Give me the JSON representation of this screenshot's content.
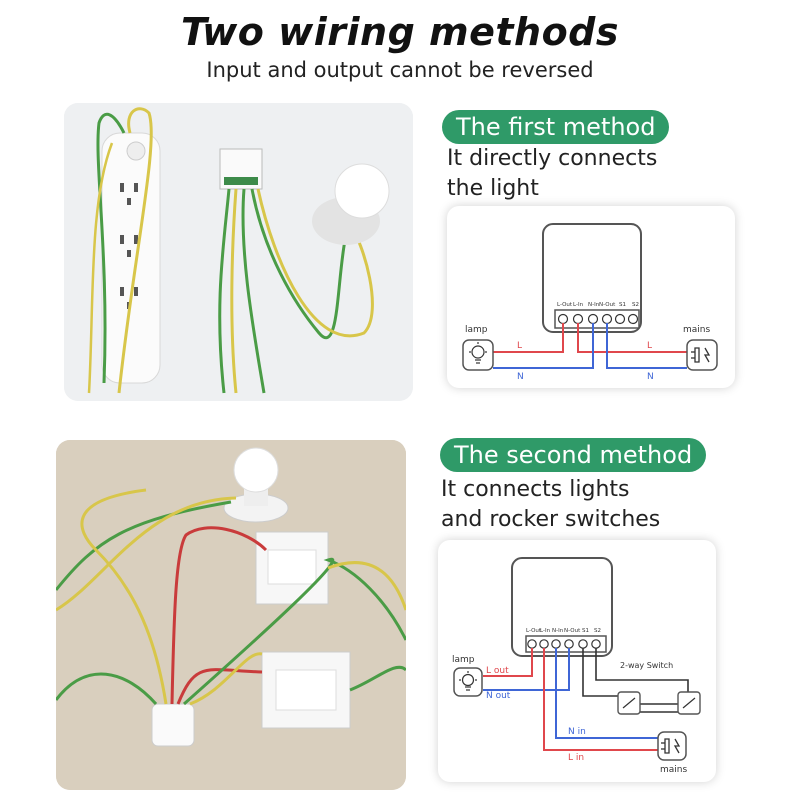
{
  "header": {
    "title": "Two wiring methods",
    "subtitle": "Input and output cannot be reversed"
  },
  "method1": {
    "badge": "The first method",
    "desc_line1": "It directly connects",
    "desc_line2": "the light",
    "diagram": {
      "terminals": [
        "L-Out",
        "L-In",
        "N-In",
        "N-Out",
        "S1",
        "S2"
      ],
      "lamp_label": "lamp",
      "mains_label": "mains",
      "wire_l_left": "L",
      "wire_l_right": "L",
      "wire_n_left": "N",
      "wire_n_right": "N"
    }
  },
  "method2": {
    "badge": "The second method",
    "desc_line1": "It connects lights",
    "desc_line2": "and rocker switches",
    "diagram": {
      "terminals": [
        "L-Out",
        "L-In",
        "N-In",
        "N-Out",
        "S1",
        "S2"
      ],
      "lamp_label": "lamp",
      "mains_label": "mains",
      "switch_label": "2-way Switch",
      "l_out": "L out",
      "n_out": "N out",
      "n_in": "N in",
      "l_in": "L in"
    }
  },
  "colors": {
    "accent": "#2f9a68",
    "live_wire": "#e0474c",
    "neutral_wire": "#3f66d6",
    "switch_wire": "#333333"
  }
}
